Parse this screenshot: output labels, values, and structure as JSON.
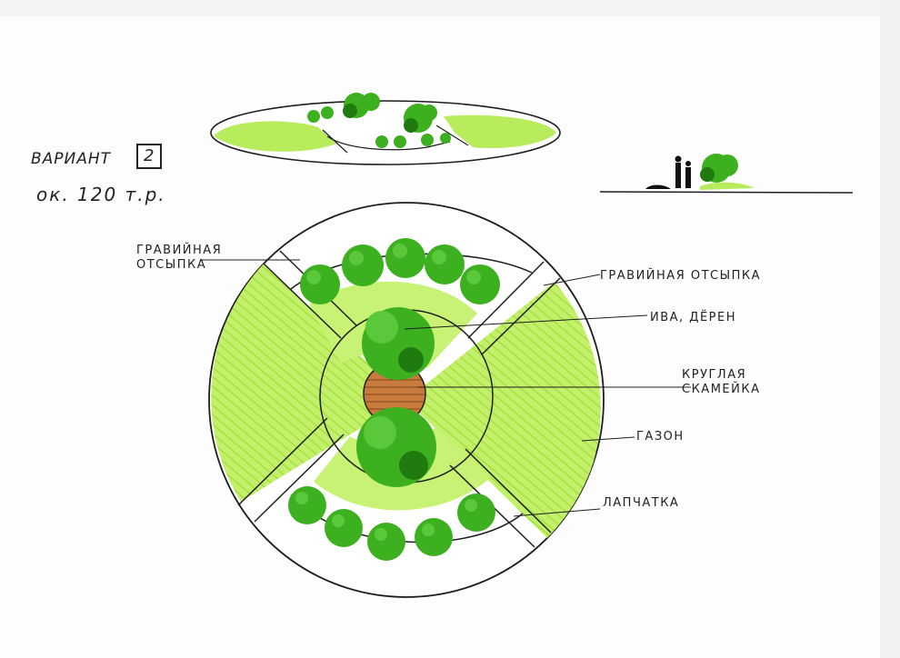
{
  "title": {
    "variant_text": "ВАРИАНТ",
    "variant_number": "2",
    "cost_text": "ок. 120 т.р."
  },
  "labels": {
    "gravel_left_line1": "ГРАВИЙНАЯ",
    "gravel_left_line2": "ОТСЫПКА",
    "gravel_right": "ГРАВИЙНАЯ ОТСЫПКА",
    "willow": "ИВА, ДЁРЕН",
    "bench_line1": "КРУГЛАЯ",
    "bench_line2": "СКАМЕЙКА",
    "lawn": "ГАЗОН",
    "potentilla": "ЛАПЧАТКА"
  },
  "colors": {
    "lawn": "#b8ec5c",
    "lawn_light": "#d6f59a",
    "shrub": "#3db01f",
    "shrub_dark": "#1f7a10",
    "bench": "#c97b3e",
    "ink": "#1e1e1e",
    "gravel": "#ffffff"
  },
  "icons": {
    "shrub": "shrub-icon",
    "tree": "tree-icon",
    "bench": "round-bench-icon",
    "people": "people-silhouette-icon"
  }
}
